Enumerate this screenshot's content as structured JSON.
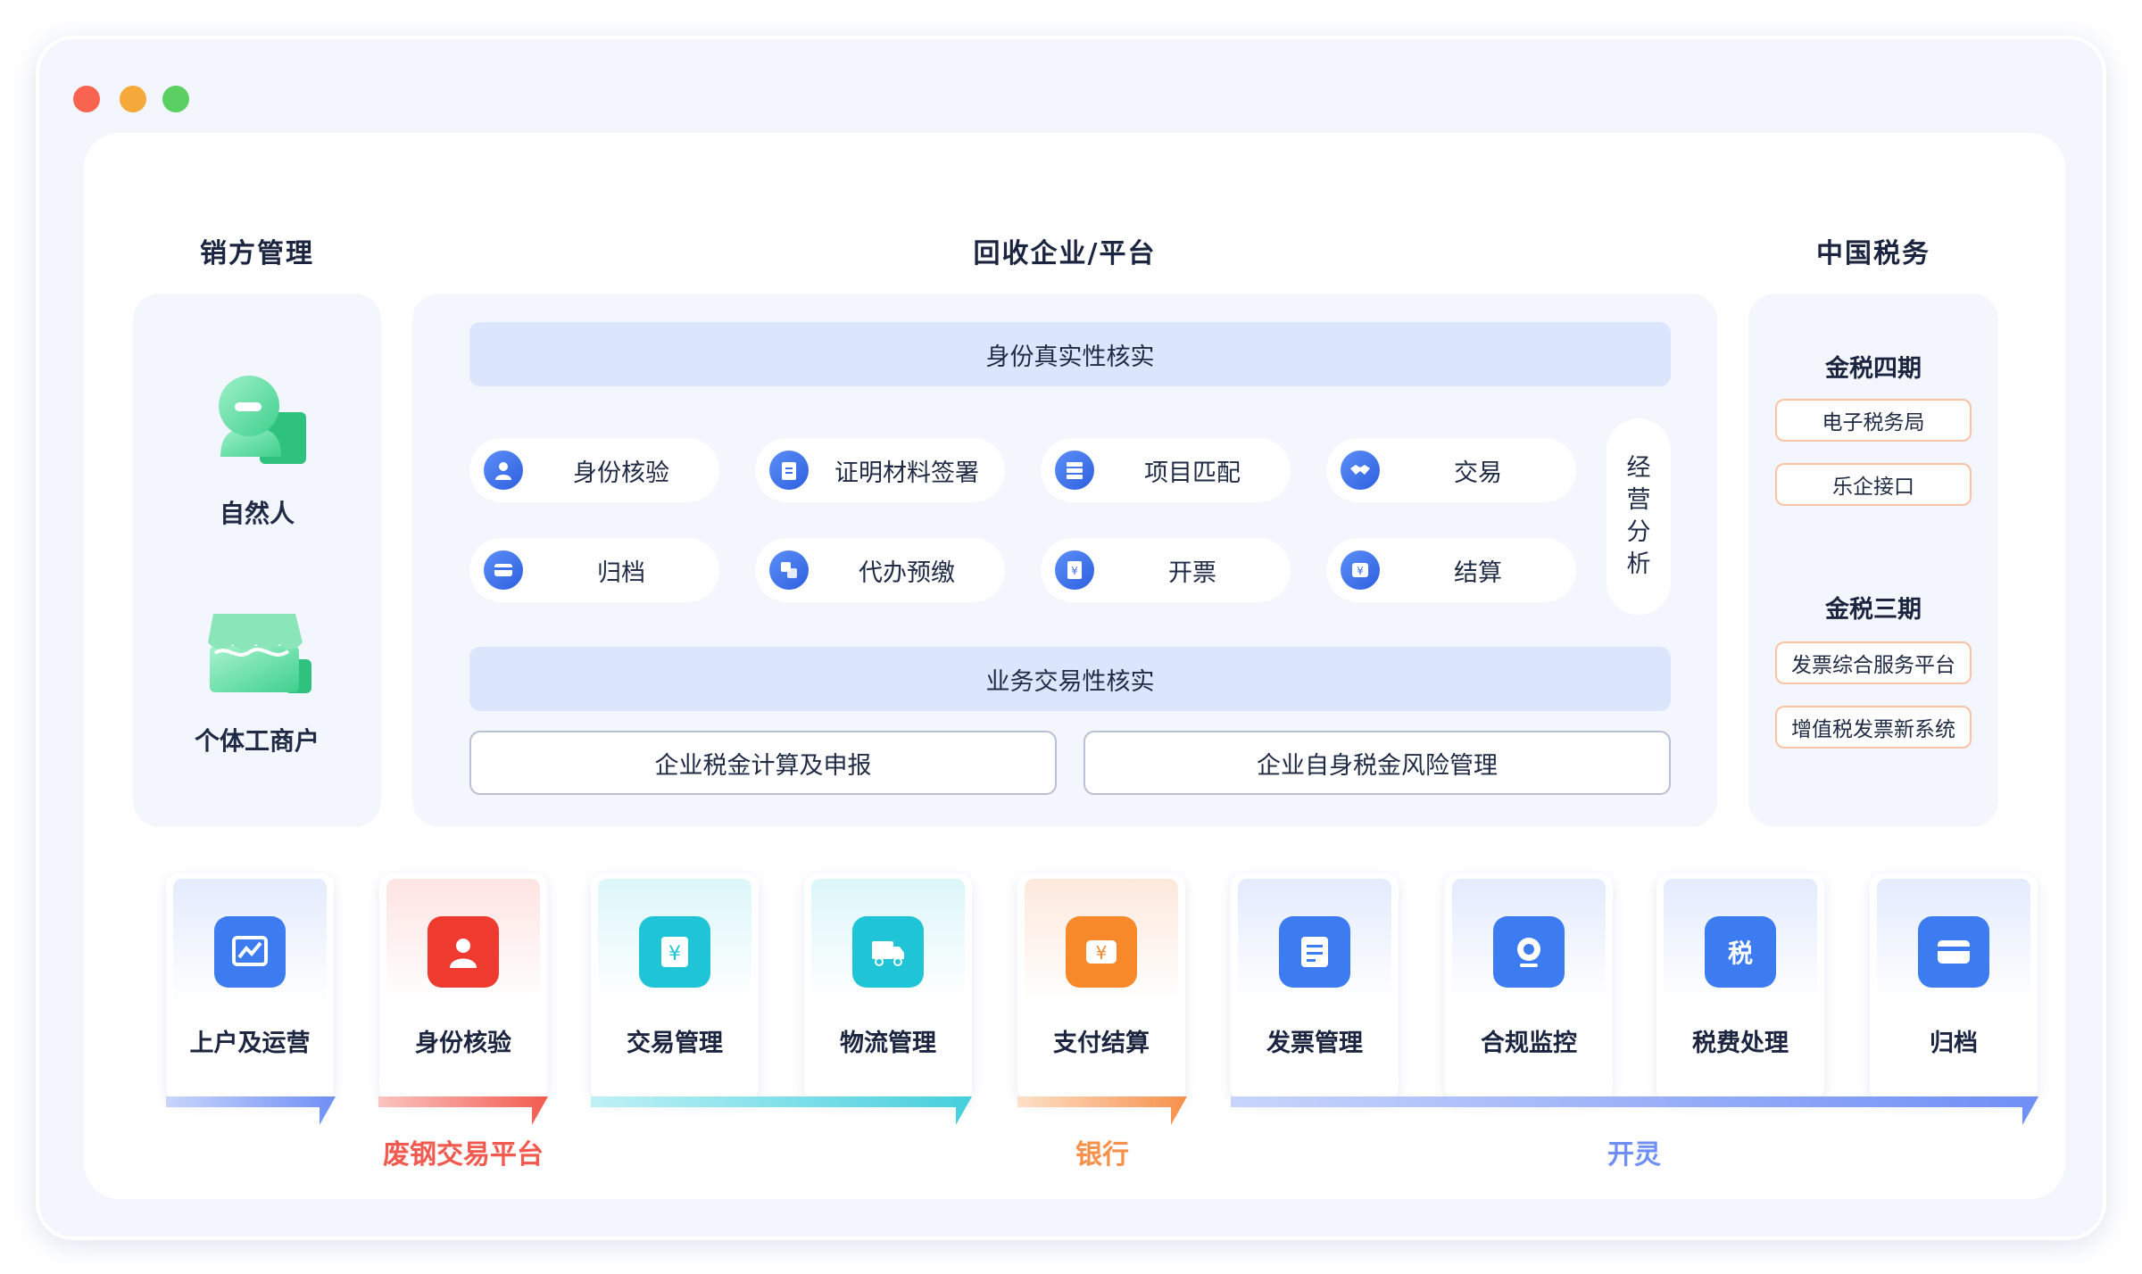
{
  "columns": {
    "left_title": "销方管理",
    "center_title": "回收企业/平台",
    "right_title": "中国税务"
  },
  "left": {
    "items": [
      {
        "label": "自然人",
        "icon": "person-icon"
      },
      {
        "label": "个体工商户",
        "icon": "shop-icon"
      }
    ]
  },
  "center": {
    "top_bar": "身份真实性核实",
    "pills": [
      {
        "label": "身份核验",
        "icon": "user-icon"
      },
      {
        "label": "证明材料签署",
        "icon": "clipboard-icon"
      },
      {
        "label": "项目匹配",
        "icon": "server-icon"
      },
      {
        "label": "交易",
        "icon": "handshake-icon"
      },
      {
        "label": "归档",
        "icon": "card-icon"
      },
      {
        "label": "代办预缴",
        "icon": "refresh-icon"
      },
      {
        "label": "开票",
        "icon": "invoice-icon"
      },
      {
        "label": "结算",
        "icon": "settle-icon"
      }
    ],
    "side_pill": "经\n营\n分\n析",
    "middle_bar": "业务交易性核实",
    "buttons": [
      "企业税金计算及申报",
      "企业自身税金风险管理"
    ]
  },
  "right": {
    "phase4": {
      "title": "金税四期",
      "tags": [
        "电子税务局",
        "乐企接口"
      ]
    },
    "phase3": {
      "title": "金税三期",
      "tags": [
        "发票综合服务平台",
        "增值税发票新系统"
      ]
    }
  },
  "bottom": {
    "cards": [
      {
        "label": "上户及运营",
        "icon": "chart-trend-icon",
        "color": "#3d7cf0",
        "band": "#e3ebfd"
      },
      {
        "label": "身份核验",
        "icon": "user-badge-icon",
        "color": "#ee3a2f",
        "band": "#fde4e2"
      },
      {
        "label": "交易管理",
        "icon": "yuan-doc-icon",
        "color": "#1fc4d6",
        "band": "#dcf6f9"
      },
      {
        "label": "物流管理",
        "icon": "truck-icon",
        "color": "#1fc4d6",
        "band": "#dcf6f9"
      },
      {
        "label": "支付结算",
        "icon": "yuan-ticket-icon",
        "color": "#f7892b",
        "band": "#fde9dc"
      },
      {
        "label": "发票管理",
        "icon": "invoice-icon",
        "color": "#3d7cf0",
        "band": "#e3ebfd"
      },
      {
        "label": "合规监控",
        "icon": "camera-icon",
        "color": "#3d7cf0",
        "band": "#e3ebfd"
      },
      {
        "label": "税费处理",
        "icon": "tax-icon",
        "color": "#3d7cf0",
        "band": "#e3ebfd"
      },
      {
        "label": "归档",
        "icon": "card-icon",
        "color": "#3d7cf0",
        "band": "#e3ebfd"
      }
    ],
    "groups": [
      {
        "label": "",
        "color": "#6f8ff5"
      },
      {
        "label": "废钢交易平台",
        "color": "#f25a4f"
      },
      {
        "label": "",
        "color": "#45cfdc"
      },
      {
        "label": "银行",
        "color": "#f7904a"
      },
      {
        "label": "开灵",
        "color": "#6f8ff5"
      }
    ]
  }
}
